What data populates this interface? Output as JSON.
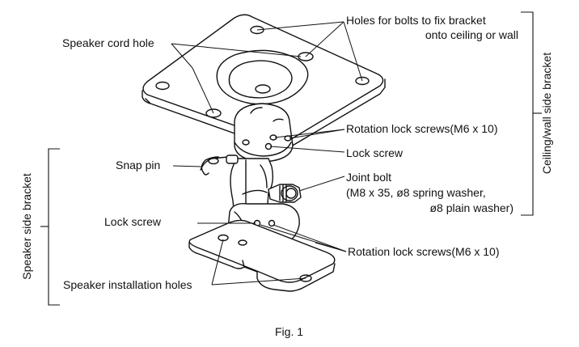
{
  "labels": {
    "bolt_holes_line1": "Holes for bolts to fix bracket",
    "bolt_holes_line2": "onto ceiling or wall",
    "speaker_cord_hole": "Speaker cord hole",
    "rotation_lock_upper": "Rotation lock screws(M6 x 10)",
    "lock_screw_upper": "Lock screw",
    "snap_pin": "Snap pin",
    "joint_bolt_line1": "Joint bolt",
    "joint_bolt_line2": "(M8 x 35, ø8 spring washer,",
    "joint_bolt_line3": "ø8 plain washer)",
    "lock_screw_lower": "Lock screw",
    "rotation_lock_lower": "Rotation lock screws(M6 x 10)",
    "speaker_installation_holes": "Speaker installation holes"
  },
  "brackets": {
    "ceiling_wall": "Ceiling/wall side bracket",
    "speaker_side": "Speaker side bracket"
  },
  "caption": "Fig. 1"
}
